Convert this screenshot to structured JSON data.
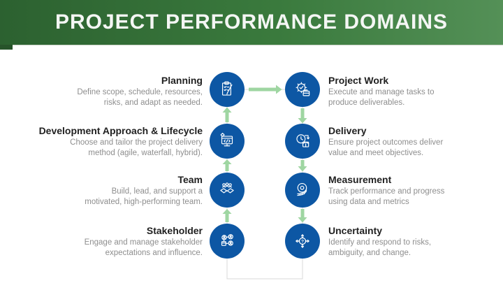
{
  "header": {
    "title": "PROJECT PERFORMANCE DOMAINS"
  },
  "colors": {
    "banner_green_dark": "#2c6130",
    "banner_green": "#3a7a3d",
    "banner_green_light": "#549057",
    "circle_blue": "#0d57a4",
    "arrow_green": "#9fd6a2",
    "connector_gray": "#d9d9d9",
    "title_text": "#212121",
    "body_text": "#8e8e8e"
  },
  "domains": [
    {
      "title": "Planning",
      "icon": "clipboard-checklist-icon",
      "column": "left",
      "desc_lines": [
        "Define scope, schedule, resources,",
        "risks, and adapt as needed."
      ]
    },
    {
      "title": "Development Approach & Lifecycle",
      "icon": "monitor-code-icon",
      "column": "left",
      "desc_lines": [
        "Choose and tailor the project delivery",
        "method (agile, waterfall, hybrid)."
      ]
    },
    {
      "title": "Team",
      "icon": "handshake-team-icon",
      "column": "left",
      "desc_lines": [
        "Build, lead, and support a",
        "motivated, high-performing team."
      ]
    },
    {
      "title": "Stakeholder",
      "icon": "stakeholder-network-icon",
      "column": "left",
      "desc_lines": [
        "Engage and manage stakeholder",
        "expectations and influence."
      ]
    },
    {
      "title": "Project Work",
      "icon": "gear-check-briefcase-icon",
      "column": "right",
      "desc_lines": [
        "Execute and manage tasks to",
        "produce deliverables."
      ]
    },
    {
      "title": "Delivery",
      "icon": "clock-package-icon",
      "column": "right",
      "desc_lines": [
        "Ensure project outcomes deliver",
        "value and meet objectives."
      ]
    },
    {
      "title": "Measurement",
      "icon": "measuring-tape-icon",
      "column": "right",
      "desc_lines": [
        "Track performance and progress",
        "using data and metrics"
      ]
    },
    {
      "title": "Uncertainty",
      "icon": "question-compass-icon",
      "column": "right",
      "desc_lines": [
        "Identify and respond to risks,",
        "ambiguity, and change."
      ]
    }
  ]
}
